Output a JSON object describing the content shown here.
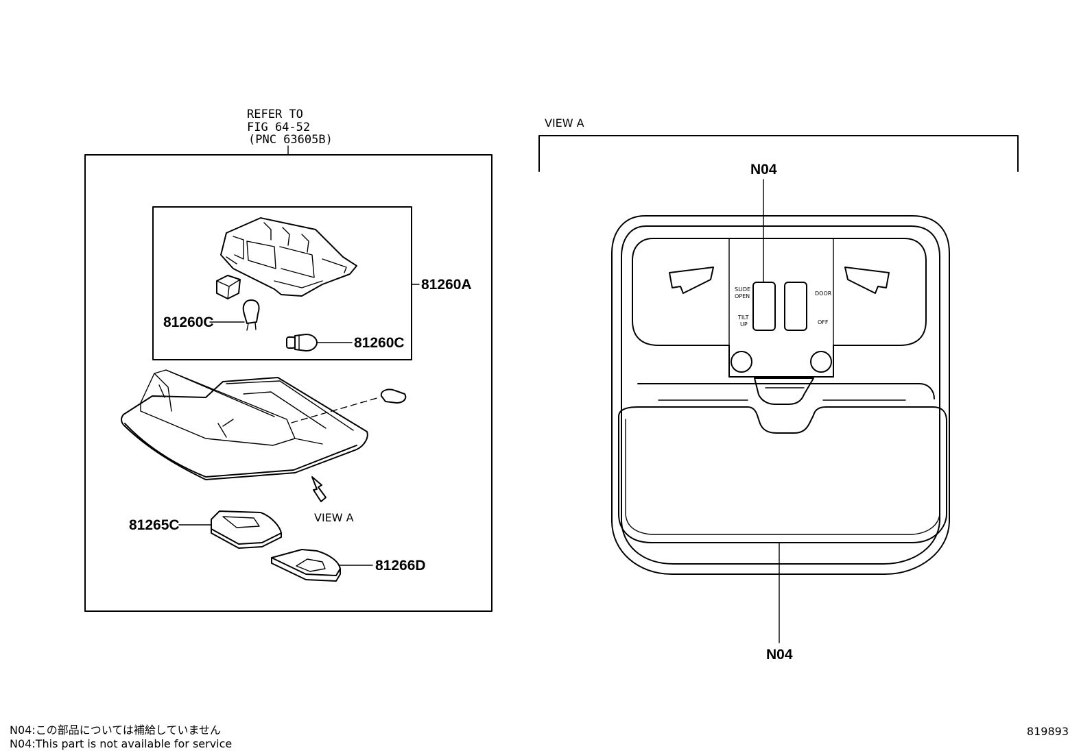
{
  "refer": {
    "line1": "REFER TO",
    "line2": "FIG 64-52",
    "line3": "(PNC 63605B)"
  },
  "parts": {
    "lamp_assy": "81260A",
    "bulb_left": "81260C",
    "bulb_right": "81260C",
    "pad_left": "81265C",
    "pad_right": "81266D"
  },
  "view_a": {
    "arrow_label": "VIEW A",
    "title": "VIEW A",
    "callout_top": "N04",
    "callout_bottom": "N04",
    "switch_slide_open": [
      "SLIDE",
      "OPEN"
    ],
    "switch_tilt_up": [
      "TILT",
      "UP"
    ],
    "switch_door": "DOOR",
    "switch_off": "OFF"
  },
  "notes": {
    "japanese": "N04:この部品については補給していません",
    "english": "N04:This part is not available for service"
  },
  "figure_number": "819893"
}
